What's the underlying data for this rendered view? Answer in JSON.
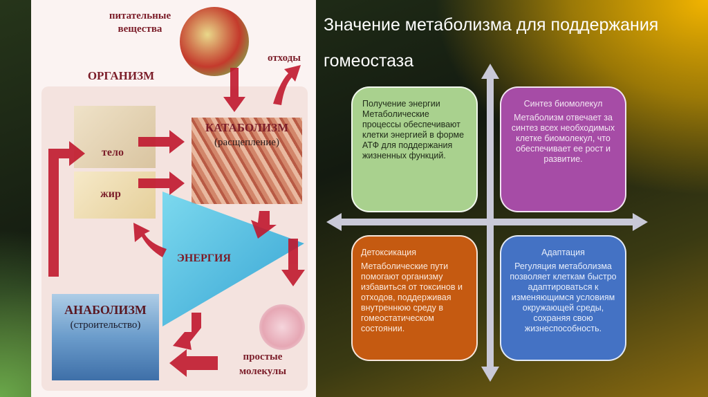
{
  "slide": {
    "title": "Значение метаболизма для поддержания гомеостаза"
  },
  "diagram": {
    "nutrients": "питательные\nвещества",
    "waste": "отходы",
    "organism": "ОРГАНИЗМ",
    "catabolism": "КАТАБОЛИЗМ",
    "catabolism_sub": "(расщепление)",
    "body": "тело",
    "fat": "жир",
    "energy": "ЭНЕРГИЯ",
    "anabolism": "АНАБОЛИЗМ",
    "anabolism_sub": "(строительство)",
    "simple_molecules": "простые\nмолекулы"
  },
  "quadrants": [
    {
      "heading": "Получение энергии",
      "text": "Метаболические процессы обеспечивают клетки энергией в форме АТФ для поддержания жизненных функций.",
      "color": "#a9d18e"
    },
    {
      "heading": "Синтез биомолекул",
      "text": "Метаболизм отвечает за синтез всех необходимых клетке биомолекул, что обеспечивает ее рост и развитие.",
      "color": "#a64ca6"
    },
    {
      "heading": "Детоксикация",
      "text": "Метаболические пути помогают организму избавиться от токсинов и отходов, поддерживая внутреннюю среду в гомеостатическом состоянии.",
      "color": "#c55a11"
    },
    {
      "heading": "Адаптация",
      "text": "Регуляция метаболизма позволяет клеткам быстро адаптироваться к изменяющимся условиям окружающей среды, сохраняя свою жизнеспособность.",
      "color": "#4472c4"
    }
  ]
}
